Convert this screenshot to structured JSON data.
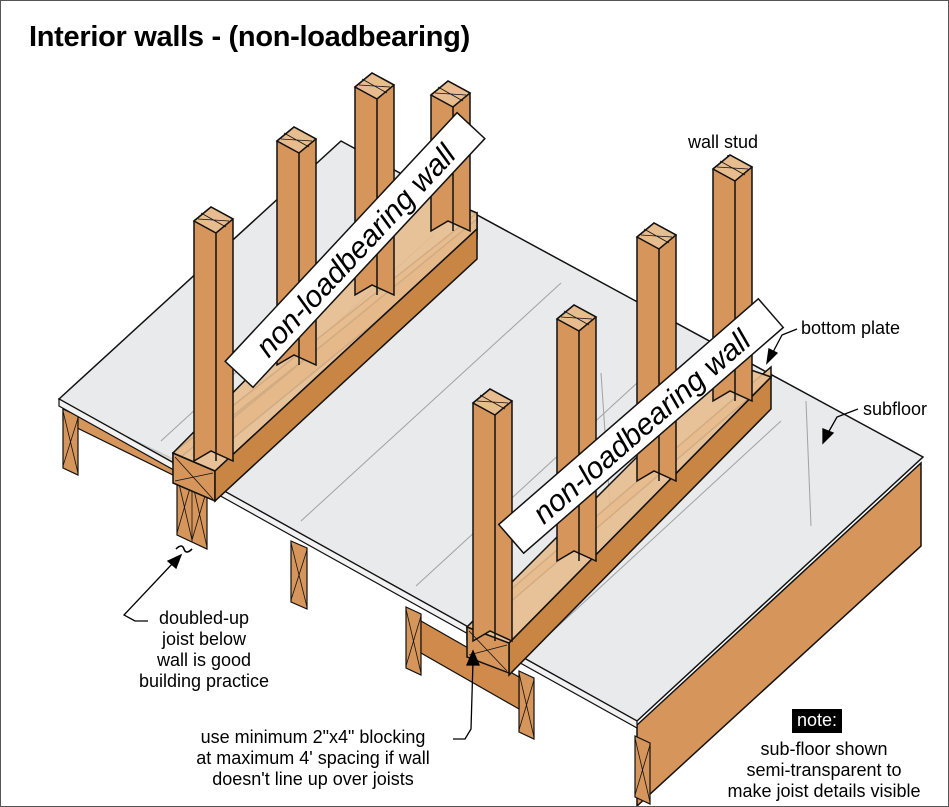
{
  "title": "Interior walls - (non-loadbearing)",
  "walls": [
    {
      "sign_text": "non-loadbearing wall"
    },
    {
      "sign_text": "non-loadbearing wall"
    }
  ],
  "labels": {
    "wall_stud": "wall stud",
    "bottom_plate": "bottom plate",
    "subfloor": "subfloor",
    "doubled_joist": [
      "doubled-up",
      "joist below",
      "wall is good",
      "building practice"
    ],
    "blocking": [
      "use minimum 2\"x4\" blocking",
      "at maximum 4' spacing if wall",
      "doesn't line up over joists"
    ]
  },
  "note": {
    "badge": "note:",
    "lines": [
      "sub-floor shown",
      "semi-transparent to",
      "make joist details visible"
    ]
  },
  "colors": {
    "lumber": "#d6955a",
    "lumber_top": "#e7bc8f",
    "lumber_dark": "#b87638",
    "subfloor": "#e4e6e8",
    "outline": "#111111"
  }
}
